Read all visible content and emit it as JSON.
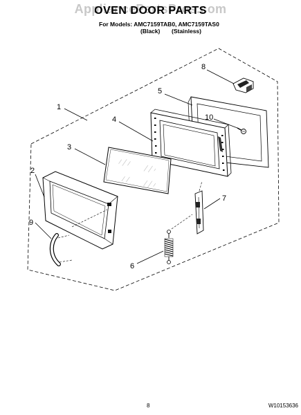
{
  "header": {
    "watermark": "AppliancePartsPros.com",
    "title": "OVEN DOOR PARTS",
    "models_line": "For Models: AMC7159TAB0, AMC7159TAS0",
    "variant_black": "(Black)",
    "variant_stainless": "(Stainless)"
  },
  "callouts": [
    "1",
    "2",
    "3",
    "4",
    "5",
    "6",
    "7",
    "8",
    "9",
    "10"
  ],
  "footer": {
    "page_number": "8",
    "document_number": "W10153636"
  }
}
